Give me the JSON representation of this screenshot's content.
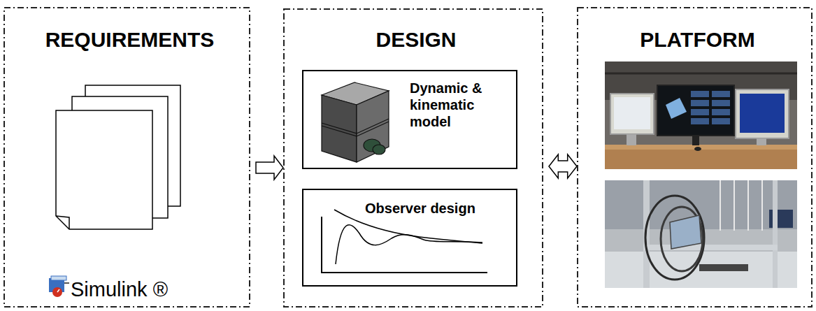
{
  "diagram": {
    "nodes": [
      {
        "text": [
          "REQUIREMENTS",
          "Simulink ®"
        ]
      },
      {
        "text": [
          "DESIGN"
        ]
      },
      {
        "text": [
          "Dynamic & kinematic model"
        ],
        "in": 1
      },
      {
        "text": [
          "Observer design"
        ],
        "in": 1
      },
      {
        "text": [
          "PLATFORM"
        ]
      }
    ],
    "edges": [
      {
        "from": 0,
        "to": 1,
        "arrow": "to"
      },
      {
        "from": 1,
        "to": 4,
        "arrow": "both"
      }
    ]
  }
}
